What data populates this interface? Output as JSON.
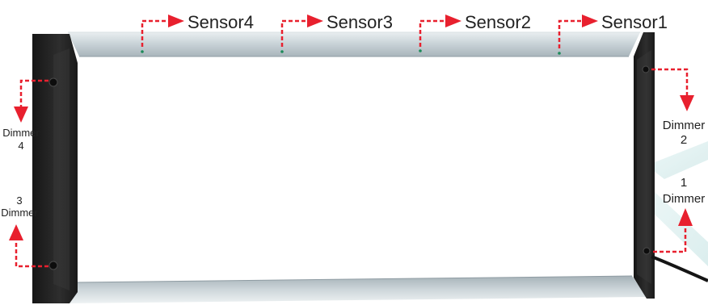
{
  "sensors": {
    "sensor1": "Sensor1",
    "sensor2": "Sensor2",
    "sensor3": "Sensor3",
    "sensor4": "Sensor4"
  },
  "dimmers": {
    "dimmer1": {
      "number": "1",
      "word": "Dimmer"
    },
    "dimmer2": {
      "word": "Dimmer",
      "number": "2"
    },
    "dimmer3": {
      "number": "3",
      "word": "Dimmer"
    },
    "dimmer4": {
      "word": "Dimmer",
      "number": "4"
    }
  },
  "colors": {
    "arrow": "#e8202e",
    "frame_silver": "#c4ced3",
    "frame_dark": "#232323",
    "panel": "#ffffff",
    "indicator": "#1d8a5a",
    "watermark": "#dcefef"
  }
}
